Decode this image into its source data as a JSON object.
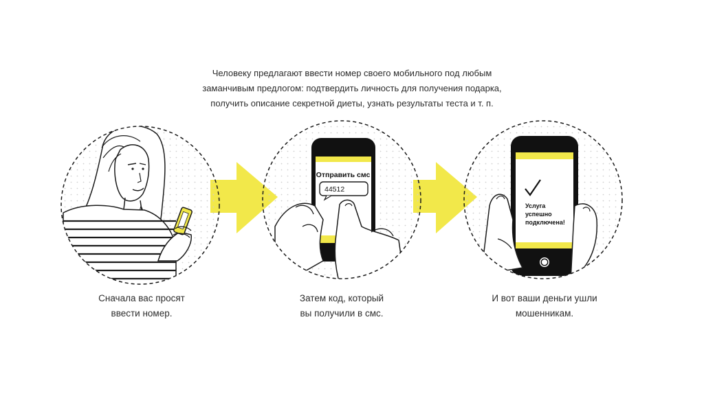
{
  "intro": {
    "line1": "Человеку предлагают ввести номер своего мобильного под любым",
    "line2": "заманчивым предлогом: подтвердить личность для получения подарка,",
    "line3": "получить описание секретной диеты, узнать результаты теста и т. п."
  },
  "steps": [
    {
      "caption_line1": "Сначала вас просят",
      "caption_line2": "ввести номер."
    },
    {
      "caption_line1": "Затем код, который",
      "caption_line2": "вы получили в смс.",
      "phone_title": "Отправить смс",
      "phone_code": "44512"
    },
    {
      "caption_line1": "И вот ваши деньги ушли",
      "caption_line2": "мошенникам.",
      "phone_line1": "Услуга",
      "phone_line2": "успешно",
      "phone_line3": "подключена!"
    }
  ],
  "colors": {
    "accent": "#f2e84a",
    "ink": "#1a1a1a",
    "dots": "#cfcfcf"
  }
}
